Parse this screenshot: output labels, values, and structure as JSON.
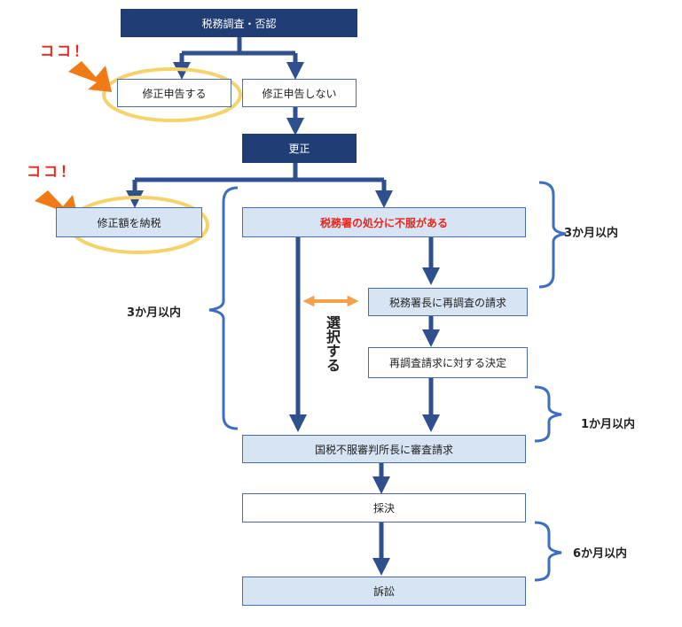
{
  "nodes": {
    "tax_audit": "税務調査・否認",
    "amend_return": "修正申告する",
    "no_amend_return": "修正申告しない",
    "correction": "更正",
    "pay_amended": "修正額を納税",
    "objection": "税務署の処分に不服がある",
    "reinvestigation_request": "税務署長に再調査の請求",
    "reinvestigation_decision": "再調査請求に対する決定",
    "tribunal_request": "国税不服審判所長に審査請求",
    "ruling": "採決",
    "lawsuit": "訴訟"
  },
  "annotations": {
    "koko_1": "ココ！",
    "koko_2": "ココ！",
    "choose": "選択する",
    "within_3m_right": "3か月以内",
    "within_3m_left": "3か月以内",
    "within_1m": "1か月以内",
    "within_6m": "6か月以内"
  },
  "colors": {
    "dark_box": "#203d75",
    "light_box": "#d7e4f3",
    "arrow": "#2f4f8f",
    "brace": "#3d6fc0",
    "highlight_ring": "#f5d36b",
    "pointer_arrow": "#f07a16",
    "accent_red": "#e8261a",
    "choice_arrow": "#f4a04a"
  }
}
